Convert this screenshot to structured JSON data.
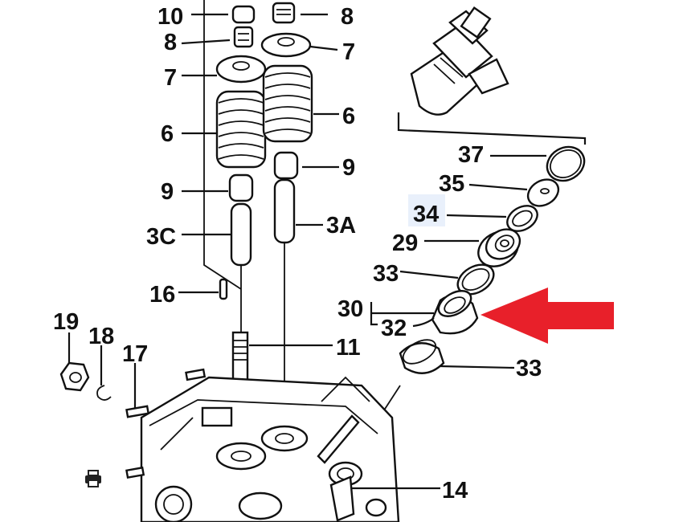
{
  "labels": {
    "l10": "10",
    "l8a": "8",
    "l8b": "8",
    "l7a": "7",
    "l7b": "7",
    "l6a": "6",
    "l6b": "6",
    "l9a": "9",
    "l9b": "9",
    "l3c": "3C",
    "l3a": "3A",
    "l16": "16",
    "l11": "11",
    "l19": "19",
    "l18": "18",
    "l17": "17",
    "l14": "14",
    "l37": "37",
    "l35": "35",
    "l34": "34",
    "l29": "29",
    "l33a": "33",
    "l30": "30",
    "l32": "32",
    "l33b": "33"
  },
  "colors": {
    "arrow": "#e8202a",
    "highlight": "#e9f0fb",
    "ink": "#111111"
  },
  "icons": {
    "print": "printer-icon"
  }
}
